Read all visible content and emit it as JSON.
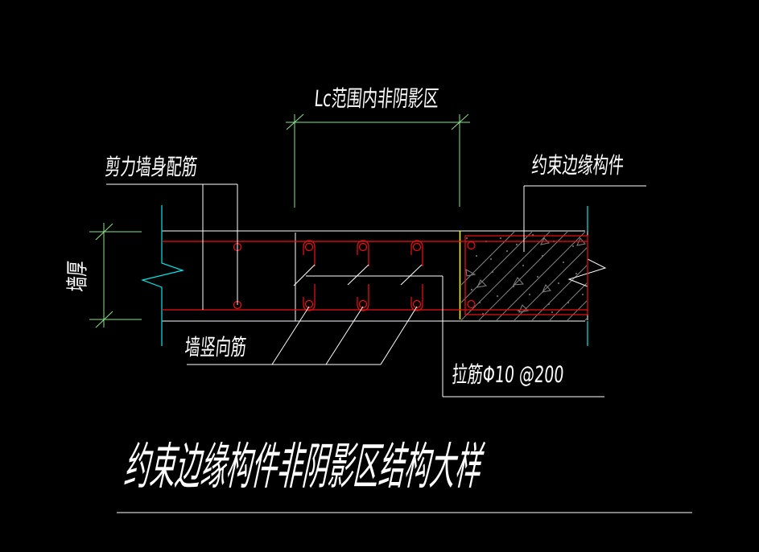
{
  "drawing": {
    "labels": {
      "lc_region": "Lc范围内非阴影区",
      "shear_wall_rebar": "剪力墙身配筋",
      "edge_member": "约束边缘构件",
      "wall_thickness": "墙厚",
      "wall_vertical_rebar": "墙竖向筋",
      "tie_bar": "拉筋Φ10 @200",
      "title": "约束边缘构件非阴影区结构大样"
    },
    "colors": {
      "background": "#000000",
      "white": "#ffffff",
      "red": "#ee1111",
      "green": "#8be28b",
      "cyan": "#00e8e8",
      "yellow": "#ffff00",
      "gray": "#828282"
    }
  }
}
